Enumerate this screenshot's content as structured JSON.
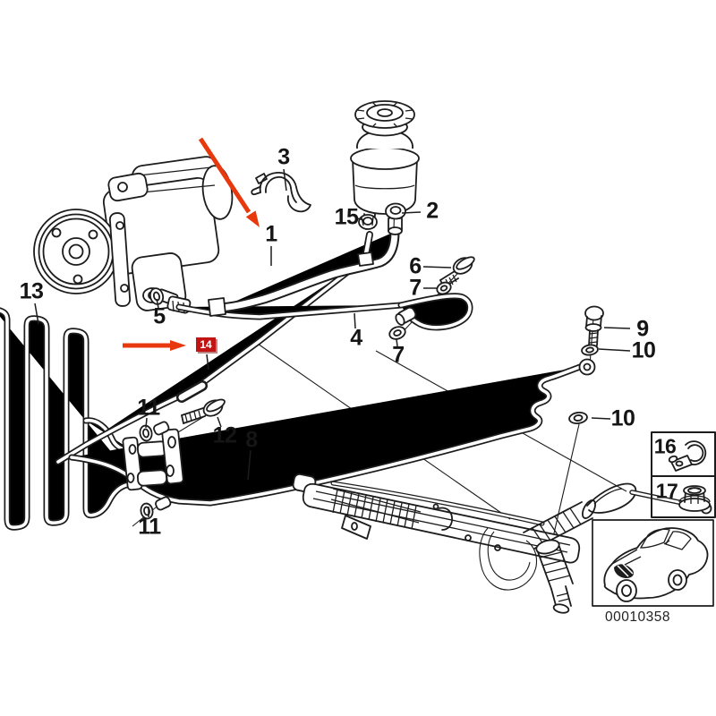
{
  "colors": {
    "line": "#1c1c1c",
    "background": "#ffffff",
    "arrow": "#e8380e",
    "badge_bg": "#c31414",
    "badge_text": "#ffffff"
  },
  "diagram": {
    "caption": "00010358",
    "highlighted_callout": "14",
    "callouts": [
      {
        "label": "1"
      },
      {
        "label": "2"
      },
      {
        "label": "3"
      },
      {
        "label": "4"
      },
      {
        "label": "5"
      },
      {
        "label": "6"
      },
      {
        "label": "7"
      },
      {
        "label": "7"
      },
      {
        "label": "8"
      },
      {
        "label": "9"
      },
      {
        "label": "10"
      },
      {
        "label": "10"
      },
      {
        "label": "11"
      },
      {
        "label": "11"
      },
      {
        "label": "12"
      },
      {
        "label": "13"
      },
      {
        "label": "15"
      },
      {
        "label": "16"
      },
      {
        "label": "17"
      }
    ]
  }
}
